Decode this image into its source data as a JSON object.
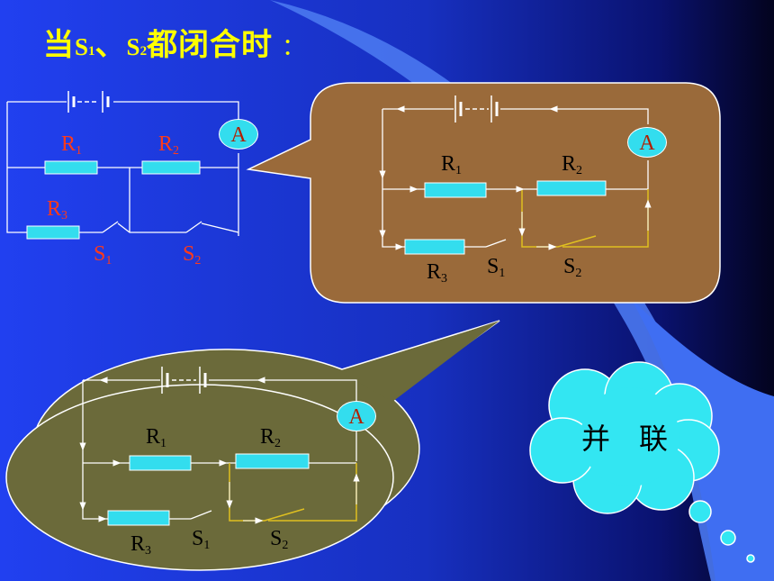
{
  "title": {
    "prefix": "当",
    "s1_letter": "S",
    "s1_sub": "1",
    "sep": "、",
    "s2_letter": "S",
    "s2_sub": "2",
    "suffix": "都闭合时",
    "colon": "："
  },
  "diagram_left": {
    "ammeter": "A",
    "r1": {
      "letter": "R",
      "sub": "1"
    },
    "r2": {
      "letter": "R",
      "sub": "2"
    },
    "r3": {
      "letter": "R",
      "sub": "3"
    },
    "s1": {
      "letter": "S",
      "sub": "1"
    },
    "s2": {
      "letter": "S",
      "sub": "2"
    }
  },
  "callout_top": {
    "ammeter": "A",
    "r1": {
      "letter": "R",
      "sub": "1"
    },
    "r2": {
      "letter": "R",
      "sub": "2"
    },
    "r3": {
      "letter": "R",
      "sub": "3"
    },
    "s1": {
      "letter": "S",
      "sub": "1"
    },
    "s2": {
      "letter": "S",
      "sub": "2"
    }
  },
  "callout_bottom": {
    "ammeter": "A",
    "r1": {
      "letter": "R",
      "sub": "1"
    },
    "r2": {
      "letter": "R",
      "sub": "2"
    },
    "r3": {
      "letter": "R",
      "sub": "3"
    },
    "s1": {
      "letter": "S",
      "sub": "1"
    },
    "s2": {
      "letter": "S",
      "sub": "2"
    }
  },
  "thought_cloud": {
    "text": "并　联"
  },
  "colors": {
    "background_left": "#1f3dee",
    "background_right": "#06063a",
    "title": "#ffff00",
    "resistor": "#33ddee",
    "callout_top_fill": "#9a6a3a",
    "callout_bottom_fill": "#6b6a3a",
    "cloud": "#33e6f2",
    "switch_path": "#e0c020",
    "label_red": "#ff3a1a"
  }
}
